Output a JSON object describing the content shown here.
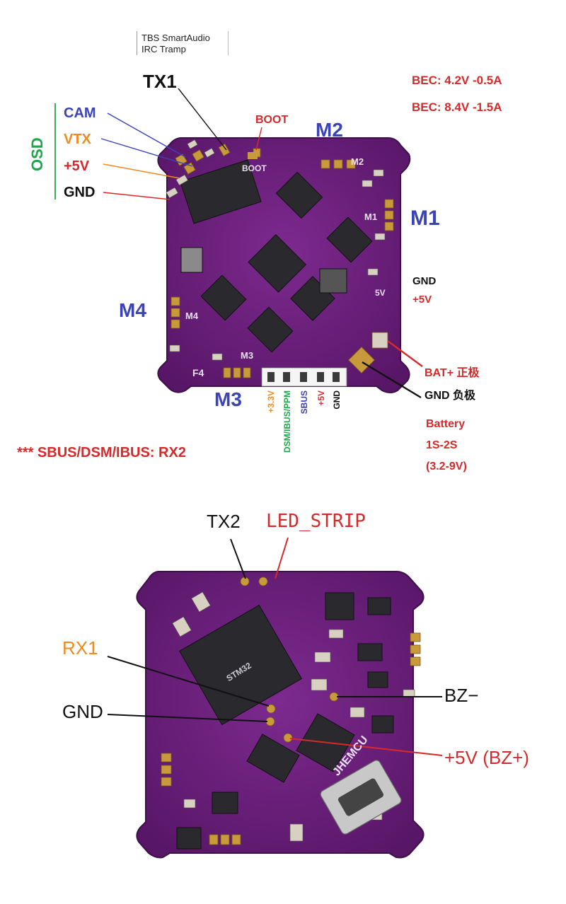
{
  "top_board": {
    "smartaudio_box": {
      "line1": "TBS SmartAudio",
      "line2": "IRC Tramp"
    },
    "tx1": "TX1",
    "boot": "BOOT",
    "bec1": "BEC: 4.2V -0.5A",
    "bec2": "BEC: 8.4V -1.5A",
    "osd": "OSD",
    "cam": "CAM",
    "vtx": "VTX",
    "plus5v": "+5V",
    "gnd": "GND",
    "m1": "M1",
    "m2": "M2",
    "m3": "M3",
    "m4": "M4",
    "gnd_right": "GND",
    "plus5v_right": "+5V",
    "bat_plus": "BAT+ 正极",
    "gnd_neg": "GND  负极",
    "battery1": "Battery",
    "battery2": "1S-2S",
    "battery3": "(3.2-9V)",
    "pin_33v": "+3.3V",
    "pin_dsm": "DSM/IBUS/PPM",
    "pin_sbus": "SBUS",
    "pin_5v": "+5V",
    "pin_gnd": "GND",
    "note": "*** SBUS/DSM/IBUS: RX2",
    "silk_boot": "BOOT",
    "silk_m1": "M1",
    "silk_m2": "M2",
    "silk_m3": "M3",
    "silk_m4": "M4",
    "silk_f4": "F4",
    "silk_5v": "5V"
  },
  "bottom_board": {
    "tx2": "TX2",
    "led_strip": "LED_STRIP",
    "rx1": "RX1",
    "gnd": "GND",
    "bz_minus": "BZ−",
    "plus5v_bz": "+5V (BZ+)",
    "silk_jhemcu": "JHEMCU",
    "silk_stm": "STM32"
  },
  "colors": {
    "pcb": "#6b1f7c",
    "pcb_dark": "#4a1257",
    "label_blue": "#3a43b8",
    "label_red": "#d62a2a",
    "label_orange": "#f08a1e",
    "label_green": "#1fa64a"
  }
}
